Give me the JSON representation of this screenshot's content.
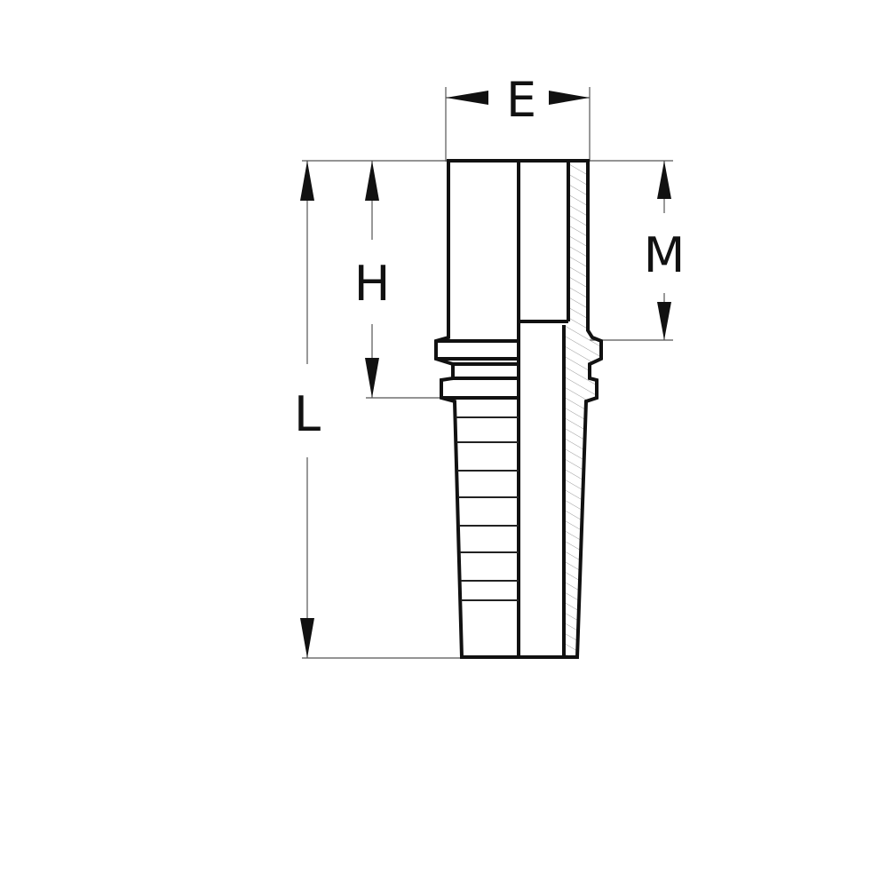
{
  "drawing": {
    "labels": {
      "E": "E",
      "H": "H",
      "L": "L",
      "M": "M"
    }
  }
}
